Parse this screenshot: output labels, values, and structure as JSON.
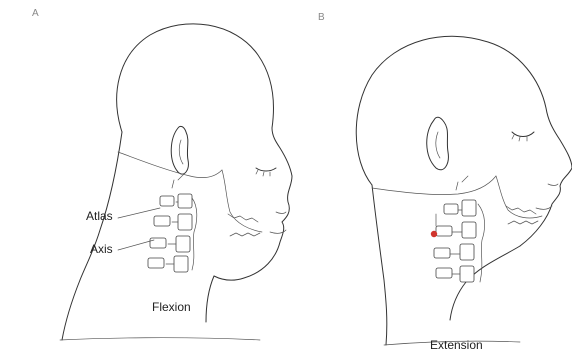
{
  "figure": {
    "panel_a": {
      "letter": "A",
      "callouts": {
        "atlas": "Atlas",
        "axis": "Axis"
      },
      "caption": "Flexion"
    },
    "panel_b": {
      "letter": "B",
      "caption": "Extension"
    },
    "colors": {
      "ink": "#333333",
      "highlight": "#d0342c"
    }
  }
}
